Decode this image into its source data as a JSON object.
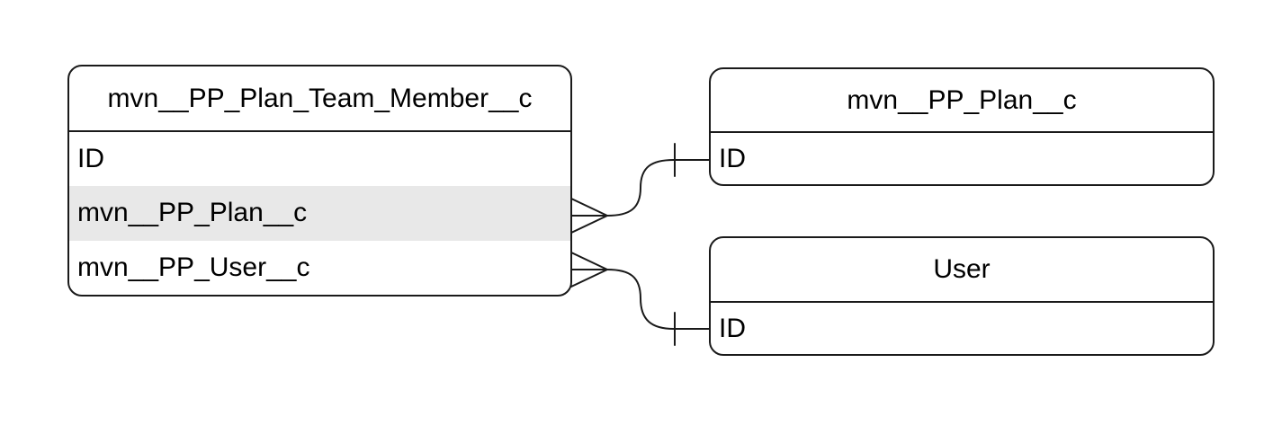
{
  "diagram": {
    "entities": [
      {
        "title": "mvn__PP_Plan_Team_Member__c",
        "fields": [
          {
            "name": "ID",
            "highlighted": false
          },
          {
            "name": "mvn__PP_Plan__c",
            "highlighted": true
          },
          {
            "name": "mvn__PP_User__c",
            "highlighted": false
          }
        ]
      },
      {
        "title": "mvn__PP_Plan__c",
        "fields": [
          {
            "name": "ID",
            "highlighted": false
          }
        ]
      },
      {
        "title": "User",
        "fields": [
          {
            "name": "ID",
            "highlighted": false
          }
        ]
      }
    ],
    "relationships": [
      {
        "from_entity": "mvn__PP_Plan_Team_Member__c",
        "from_field": "mvn__PP_Plan__c",
        "from_cardinality": "many (crow's foot)",
        "to_entity": "mvn__PP_Plan__c",
        "to_field": "ID",
        "to_cardinality": "one (tick)"
      },
      {
        "from_entity": "mvn__PP_Plan_Team_Member__c",
        "from_field": "mvn__PP_User__c",
        "from_cardinality": "many (crow's foot)",
        "to_entity": "User",
        "to_field": "ID",
        "to_cardinality": "one (tick)"
      }
    ],
    "colors": {
      "line": "#1a1a1a",
      "highlight": "#e8e8e8",
      "background": "#ffffff",
      "text": "#000000"
    }
  }
}
